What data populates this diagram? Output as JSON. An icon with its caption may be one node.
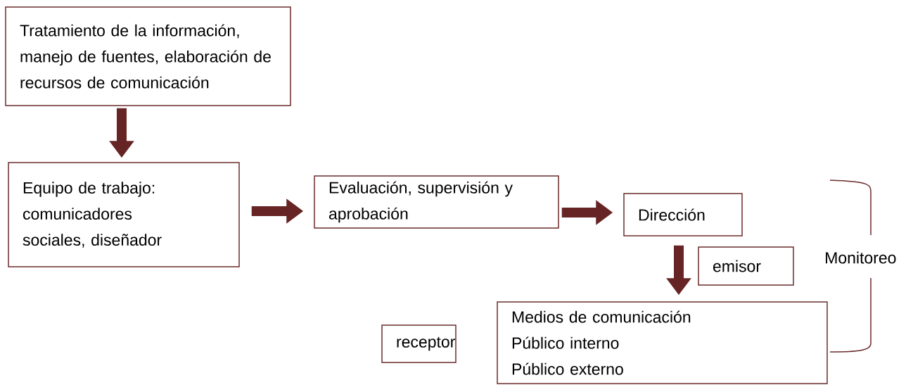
{
  "diagram": {
    "nodes": [
      {
        "text": [
          "Tratamiento de la información, manejo de fuentes, elaboración de recursos de comunicación"
        ]
      },
      {
        "text": [
          "Equipo de trabajo: comunicadores sociales, diseñador"
        ]
      },
      {
        "text": [
          "Evaluación, supervisión y aprobación"
        ]
      },
      {
        "text": [
          "Dirección"
        ]
      },
      {
        "text": [
          "emisor"
        ]
      },
      {
        "text": [
          "Medios de comunicación",
          "Público interno",
          "Público externo"
        ]
      },
      {
        "text": [
          "receptor"
        ]
      }
    ],
    "edges": [
      {
        "from": 0,
        "to": 1,
        "arrow": "to"
      },
      {
        "from": 1,
        "to": 2,
        "arrow": "to"
      },
      {
        "from": 2,
        "to": 3,
        "arrow": "to"
      },
      {
        "from": 3,
        "to": 5,
        "arrow": "to"
      }
    ],
    "labels": [
      "Monitoreo"
    ]
  }
}
